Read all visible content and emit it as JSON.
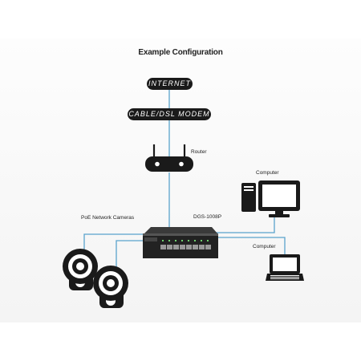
{
  "title": "Example Configuration",
  "nodes": {
    "internet": "INTERNET",
    "modem": "CABLE/DSL MODEM",
    "router": "Router",
    "switch": "DGS-1008P",
    "cameras": "PoE Network Cameras",
    "computer_top": "Computer",
    "computer_bottom": "Computer"
  },
  "colors": {
    "link": "#5aa3cc",
    "device": "#1a1a1a"
  },
  "icons": [
    "router-icon",
    "switch-icon",
    "desktop-computer-icon",
    "laptop-icon",
    "camera-icon"
  ]
}
